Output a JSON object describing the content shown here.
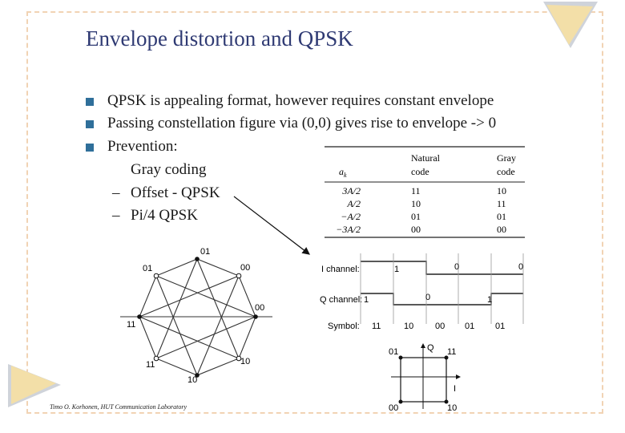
{
  "slide": {
    "title": "Envelope distortion and QPSK",
    "bullets": [
      "QPSK is appealing format, however requires constant envelope",
      "Passing constellation figure via (0,0) gives rise to envelope -> 0",
      "Prevention:"
    ],
    "sub_items": [
      {
        "marker": "",
        "text": "Gray coding"
      },
      {
        "marker": "–",
        "text": "Offset - QPSK"
      },
      {
        "marker": "–",
        "text": "Pi/4 QPSK"
      }
    ],
    "footer": "Timo O. Korhonen, HUT Communication Laboratory"
  },
  "table": {
    "headers": [
      "a_k",
      "Natural code",
      "Gray code"
    ],
    "header_lines": {
      "ak": "a",
      "ak_sub": "k",
      "natural": [
        "Natural",
        "code"
      ],
      "gray": [
        "Gray",
        "code"
      ]
    },
    "rows": [
      {
        "ak": "3A/2",
        "natural": "11",
        "gray": "10"
      },
      {
        "ak": "A/2",
        "natural": "10",
        "gray": "11"
      },
      {
        "ak": "−A/2",
        "natural": "01",
        "gray": "01"
      },
      {
        "ak": "−3A/2",
        "natural": "00",
        "gray": "00"
      }
    ]
  },
  "pi4_constellation": {
    "labels": {
      "top": "01",
      "top_left": "01",
      "top_right": "00",
      "right": "00",
      "left": "11",
      "bottom_left": "11",
      "bottom": "10",
      "bottom_right": "10"
    }
  },
  "timing": {
    "i_label": "I channel:",
    "q_label": "Q channel:",
    "symbol_label": "Symbol:",
    "i_values": [
      "1",
      "0",
      "0"
    ],
    "q_values": [
      "1",
      "0",
      "1"
    ],
    "symbols": [
      "11",
      "10",
      "00",
      "01",
      "01"
    ]
  },
  "qpsk_constellation": {
    "q_axis": "Q",
    "i_axis": "I",
    "labels": {
      "top_left": "01",
      "top_right": "11",
      "bottom_left": "00",
      "bottom_right": "10"
    }
  },
  "colors": {
    "title": "#2f3a73",
    "bullet": "#2f6f9a",
    "frame": "#f1d3b4",
    "deco": "#f3dfa8"
  }
}
